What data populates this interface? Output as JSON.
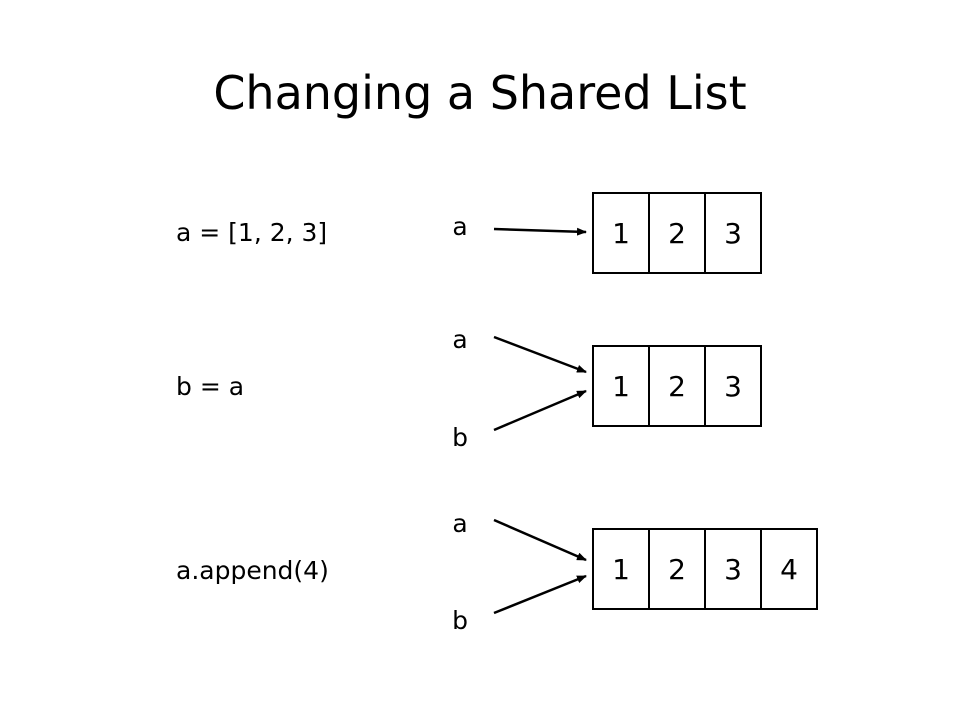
{
  "title": "Changing a Shared List",
  "steps": [
    {
      "code": "a = [1, 2, 3]",
      "names": [
        "a"
      ],
      "list": [
        "1",
        "2",
        "3"
      ]
    },
    {
      "code": "b = a",
      "names": [
        "a",
        "b"
      ],
      "list": [
        "1",
        "2",
        "3"
      ]
    },
    {
      "code": "a.append(4)",
      "names": [
        "a",
        "b"
      ],
      "list": [
        "1",
        "2",
        "3",
        "4"
      ]
    }
  ]
}
